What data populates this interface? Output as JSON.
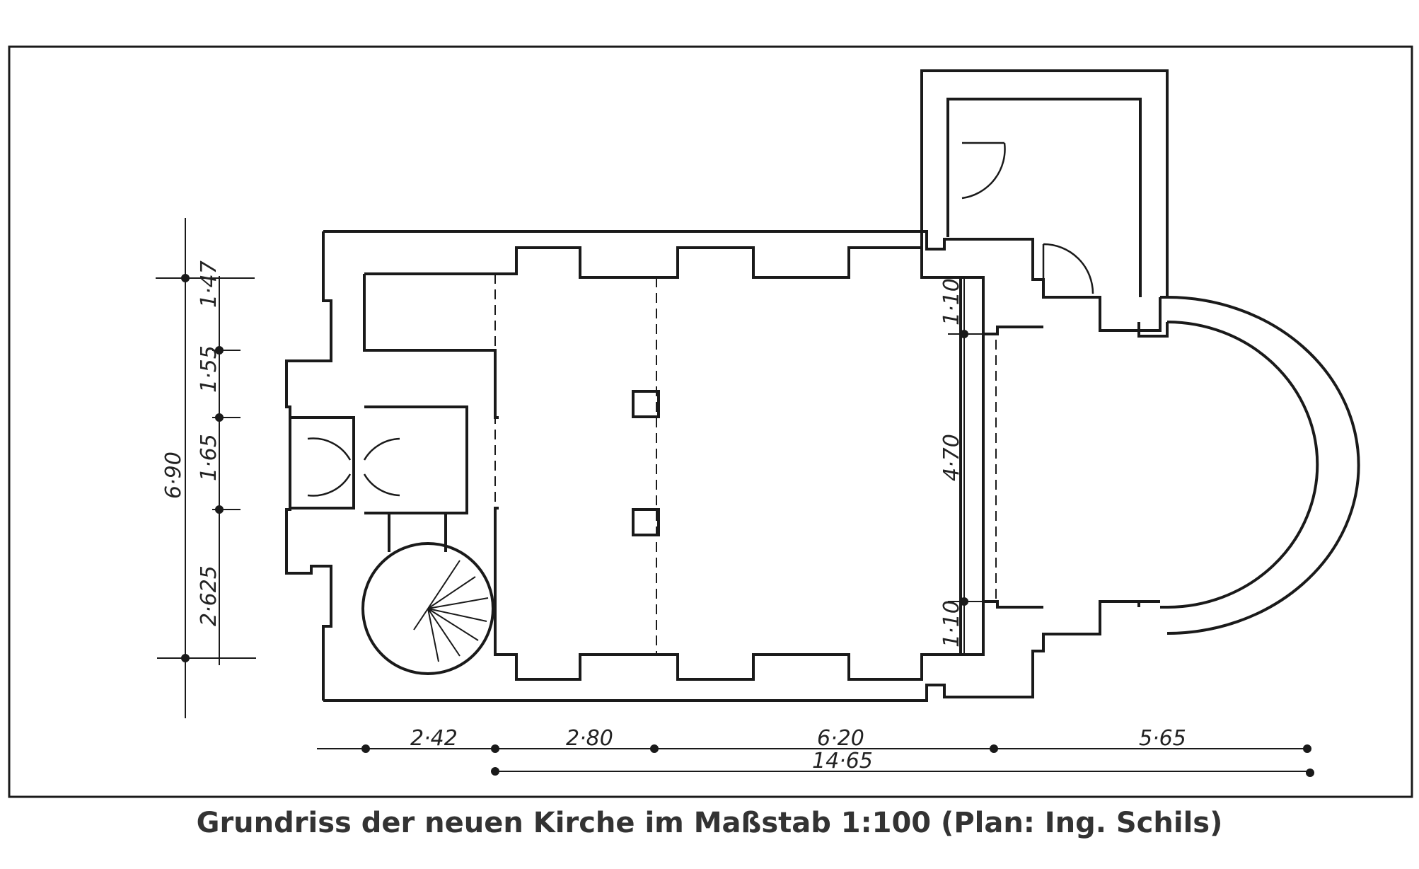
{
  "caption": "Grundriss der neuen Kirche im Maßstab 1:100 (Plan: Ing. Schils)",
  "dimensions": {
    "bottom": [
      "2·42",
      "2·80",
      "6·20",
      "5·65"
    ],
    "total": "14·65",
    "left_total": "6·90",
    "left_parts": [
      "1·47",
      "1·55",
      "1·65",
      "2·625"
    ],
    "right_parts": [
      "1·10",
      "4·70",
      "1·10"
    ]
  },
  "colors": {
    "ink": "#1a1a1a",
    "caption": "#333333",
    "paper": "#ffffff"
  }
}
